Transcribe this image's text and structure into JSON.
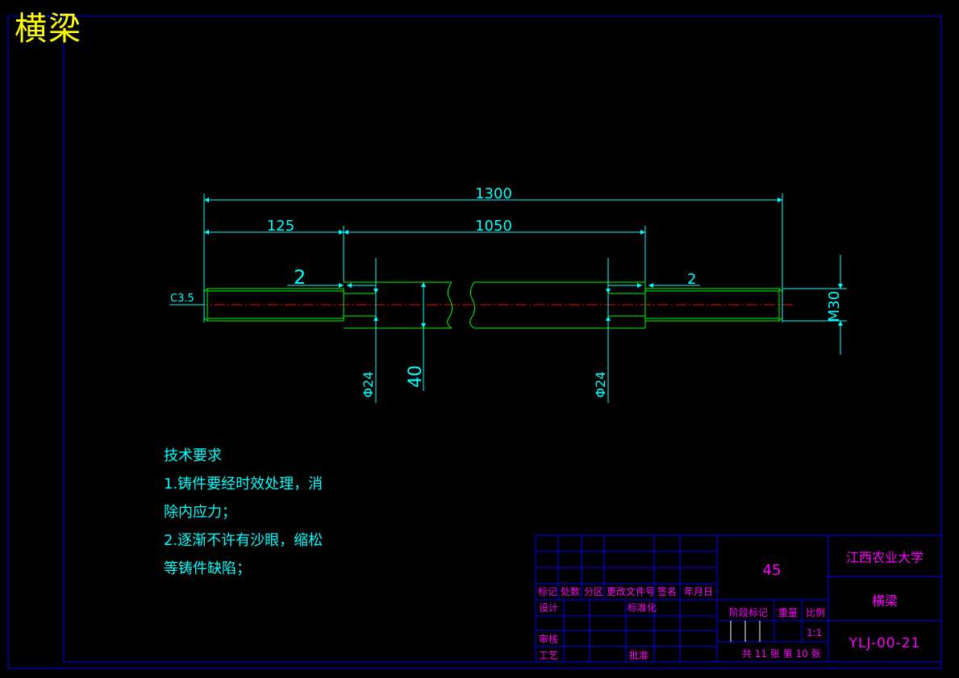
{
  "title": "横梁",
  "dimensions": {
    "overall_length": "1300",
    "end_length": "125",
    "middle_length": "1050",
    "groove_left": "2",
    "groove_right": "2",
    "chamfer": "C3.5",
    "thread": "M30",
    "groove_dia_left": "Φ24",
    "groove_dia_right": "Φ24",
    "bar_size": "40"
  },
  "technical_requirements": {
    "heading": "技术要求",
    "line1": "1.铸件要经时效处理，消",
    "line2": "除内应力；",
    "line3": "2.逐渐不许有沙眼，缩松",
    "line4": "等铸件缺陷；"
  },
  "title_block": {
    "material": "45",
    "school": "江西农业大学",
    "part_name": "横梁",
    "drawing_no": "YLJ-00-21",
    "headers": [
      "标记",
      "处数",
      "分区",
      "更改文件号",
      "签名",
      "年月日"
    ],
    "design": "设计",
    "standardize": "标准化",
    "review": "审核",
    "process": "工艺",
    "approve": "批准",
    "stage_mark": "阶段标记",
    "weight": "重量",
    "ratio": "比例",
    "scale": "1:1",
    "sheets": "共 11 张 第 10 张"
  },
  "colors": {
    "border": "#0000ff",
    "dimension": "#00ffff",
    "outline": "#00ff00",
    "centerline": "#ff0000",
    "title": "#ffff00",
    "block_text": "#ff00ff"
  }
}
